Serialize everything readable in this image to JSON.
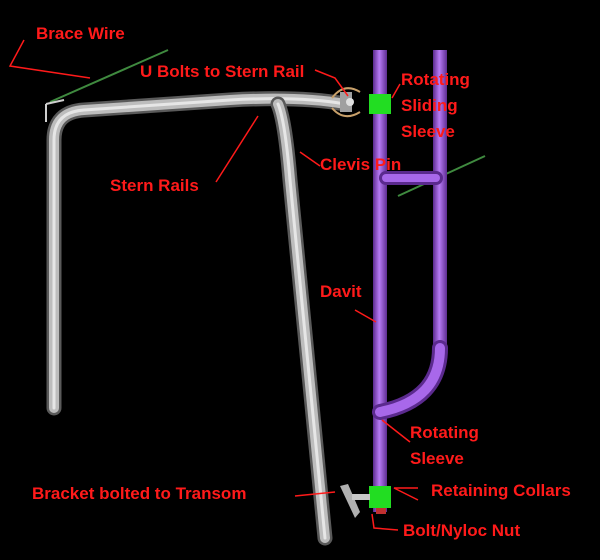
{
  "labels": {
    "brace_wire": "Brace Wire",
    "u_bolts": "U Bolts to Stern Rail",
    "rotating_sliding_sleeve": [
      "Rotating",
      "Sliding",
      "Sleeve"
    ],
    "clevis_pin": "Clevis Pin",
    "stern_rails": "Stern Rails",
    "davit": "Davit",
    "rotating_sleeve": [
      "Rotating",
      "Sleeve"
    ],
    "bracket": "Bracket bolted to Transom",
    "retaining_collars": "Retaining Collars",
    "bolt_nut": "Bolt/Nyloc Nut"
  },
  "colors": {
    "background": "#000000",
    "label_text": "#ff1a1a",
    "rail": "#b8b8b8",
    "davit": "#9b4fe0",
    "sleeve": "#22dd22",
    "brace_wire": "#3f8a3f"
  }
}
